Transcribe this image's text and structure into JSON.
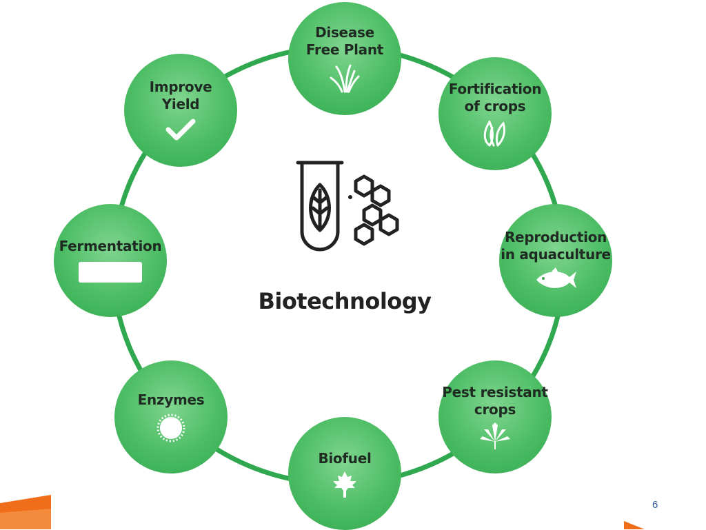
{
  "center": {
    "title": "Biotechnology",
    "icon": "test-tube-leaf-molecule-icon"
  },
  "nodes": [
    {
      "label": "Disease\nFree Plant",
      "icon": "grass-icon"
    },
    {
      "label": "Fortification\nof crops",
      "icon": "seaweed-icon"
    },
    {
      "label": "Reproduction\nin aquaculture",
      "icon": "fish-icon"
    },
    {
      "label": "Pest resistant\ncrops",
      "icon": "cannabis-leaf-icon"
    },
    {
      "label": "Biofuel",
      "icon": "maple-leaf-icon"
    },
    {
      "label": "Enzymes",
      "icon": "enzyme-icon"
    },
    {
      "label": "Fermentation",
      "icon": "white-bar-icon"
    },
    {
      "label": "Improve\nYield",
      "icon": "check-icon"
    }
  ],
  "footer": {
    "page_number": "6"
  },
  "colors": {
    "ring": "#2fa84f",
    "node": "#4cbd64",
    "text": "#1f2a22",
    "accent_orange": "#f06d1a",
    "page_number": "#2f5597"
  }
}
